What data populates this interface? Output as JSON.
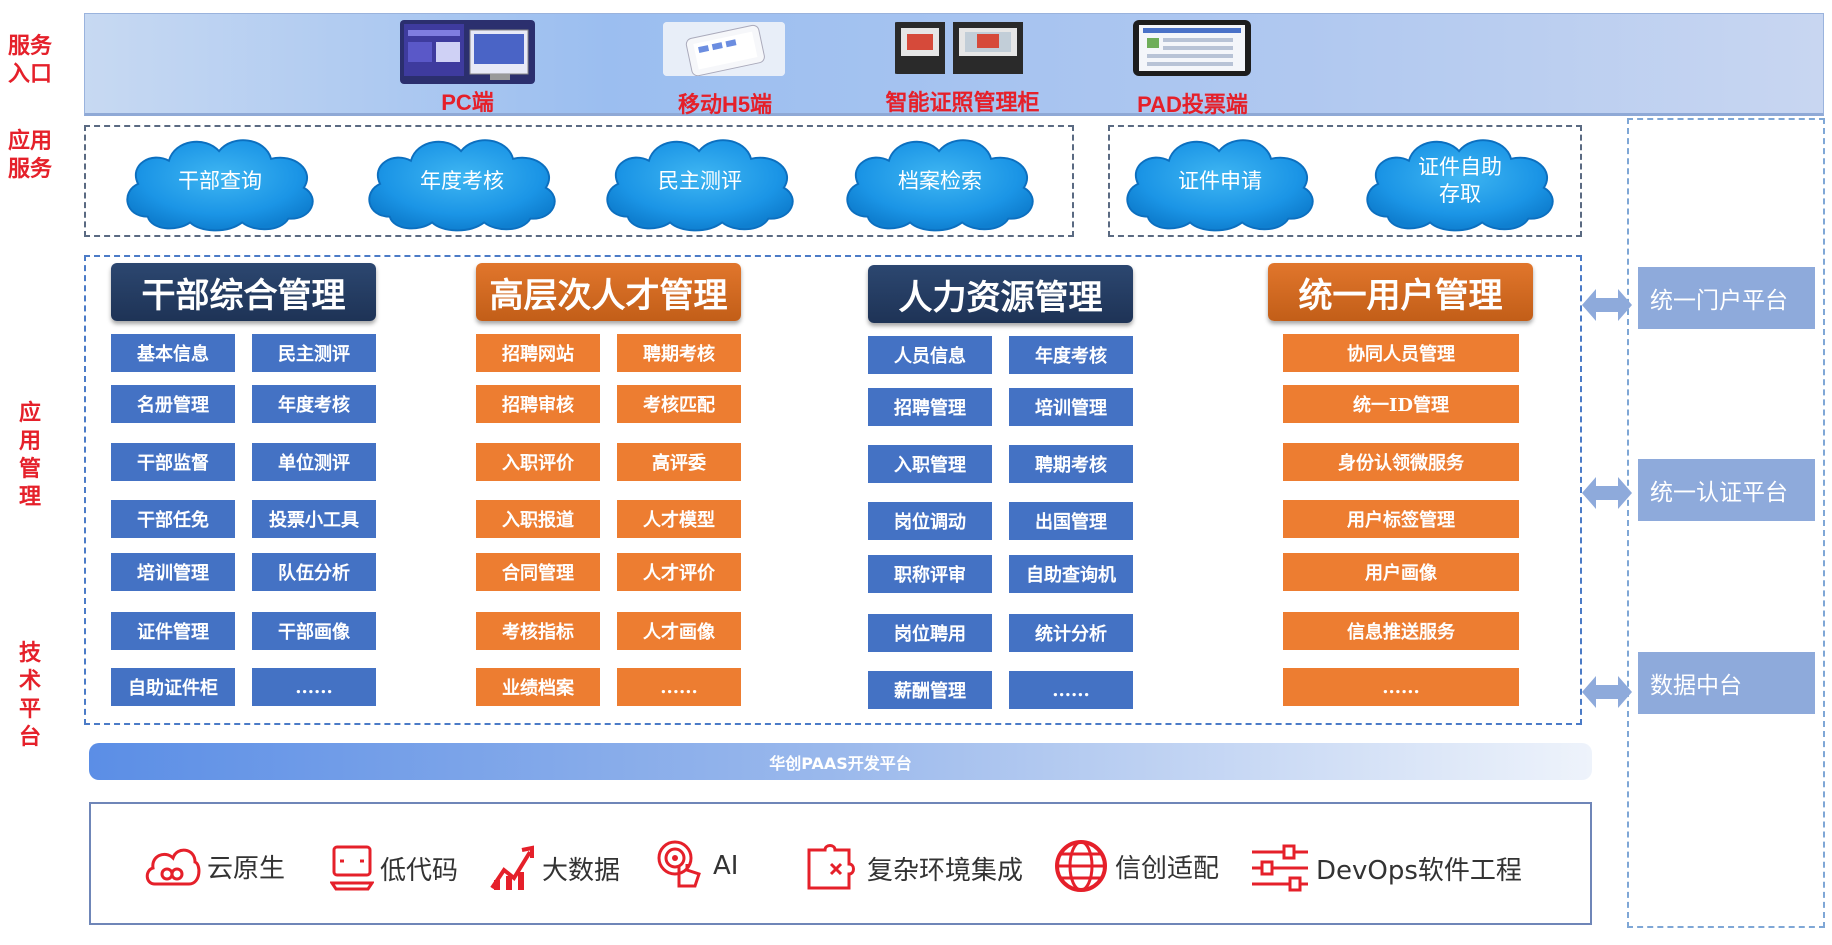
{
  "row_labels": {
    "service_entry": "服务\n入口",
    "app_service": "应用\n服务",
    "app_mgmt": "应\n用\n管\n理",
    "tech_platform": "技\n术\n平\n台"
  },
  "entries": [
    {
      "label": "PC端",
      "icon": "pc-screen-icon"
    },
    {
      "label": "移动H5端",
      "icon": "mobile-phone-icon"
    },
    {
      "label": "智能证照管理柜",
      "icon": "cabinet-icon"
    },
    {
      "label": "PAD投票端",
      "icon": "tablet-icon"
    }
  ],
  "clouds_left": [
    "干部查询",
    "年度考核",
    "民主测评",
    "档案检索"
  ],
  "clouds_right": [
    "证件申请",
    "证件自助\n存取"
  ],
  "modules": [
    {
      "title": "干部综合管理",
      "color": "navy",
      "cells": [
        "基本信息",
        "民主测评",
        "名册管理",
        "年度考核",
        "干部监督",
        "单位测评",
        "干部任免",
        "投票小工具",
        "培训管理",
        "队伍分析",
        "证件管理",
        "干部画像",
        "自助证件柜",
        "......"
      ]
    },
    {
      "title": "高层次人才管理",
      "color": "orange",
      "cells": [
        "招聘网站",
        "聘期考核",
        "招聘审核",
        "考核匹配",
        "入职评价",
        "高评委",
        "入职报道",
        "人才模型",
        "合同管理",
        "人才评价",
        "考核指标",
        "人才画像",
        "业绩档案",
        "......"
      ]
    },
    {
      "title": "人力资源管理",
      "color": "navy",
      "cells": [
        "人员信息",
        "年度考核",
        "招聘管理",
        "培训管理",
        "入职管理",
        "聘期考核",
        "岗位调动",
        "出国管理",
        "职称评审",
        "自助查询机",
        "岗位聘用",
        "统计分析",
        "薪酬管理",
        "......"
      ]
    },
    {
      "title": "统一用户管理",
      "color": "orange",
      "cells": [
        "协同人员管理",
        "统一ID管理",
        "身份认领微服务",
        "用户标签管理",
        "用户画像",
        "信息推送服务",
        "......"
      ]
    }
  ],
  "side_platforms": [
    "统一门户平台",
    "统一认证平台",
    "数据中台"
  ],
  "paas_label": "华创PAAS开发平台",
  "tech_items": [
    {
      "label": "云原生",
      "icon": "cloud-native-icon"
    },
    {
      "label": "低代码",
      "icon": "low-code-icon"
    },
    {
      "label": "大数据",
      "icon": "big-data-icon"
    },
    {
      "label": "AI",
      "icon": "ai-icon"
    },
    {
      "label": "复杂环境集成",
      "icon": "puzzle-icon"
    },
    {
      "label": "信创适配",
      "icon": "globe-icon"
    },
    {
      "label": "DevOps软件工程",
      "icon": "sliders-icon"
    }
  ],
  "colors": {
    "label_red": "#e5202a",
    "cell_blue": "#4472c4",
    "cell_orange": "#ed7d31",
    "header_navy": "#22385e",
    "header_orange": "#d0671f",
    "side_blue": "#8eaadb",
    "icon_red": "#e5202a"
  }
}
